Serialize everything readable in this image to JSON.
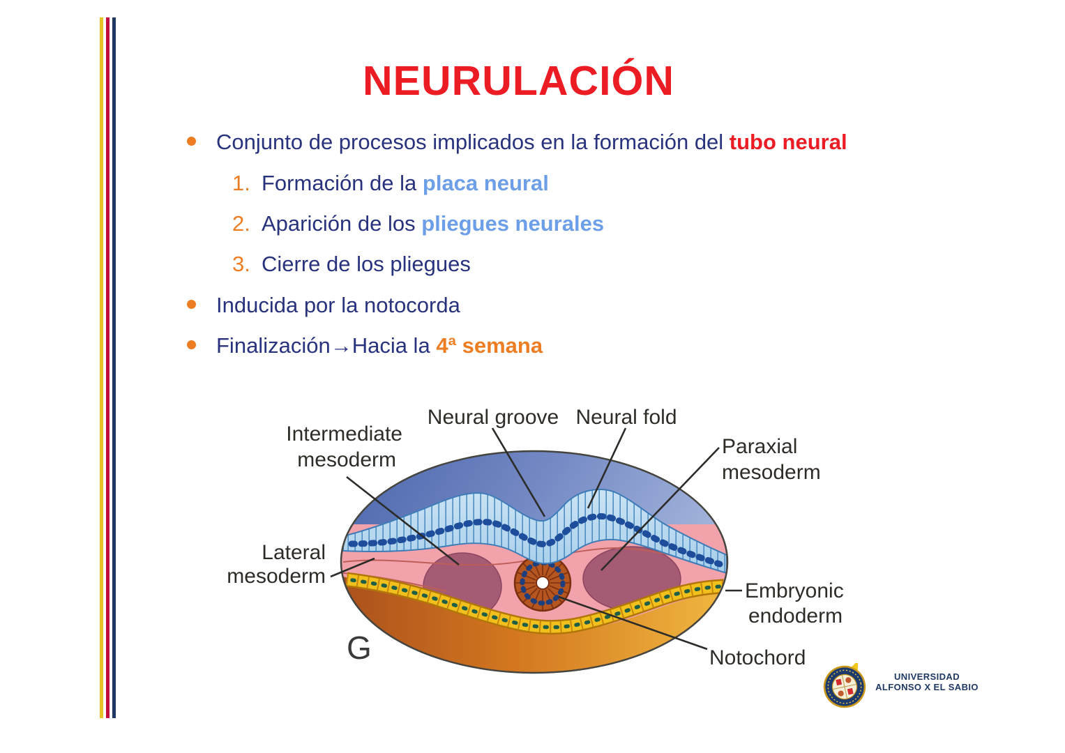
{
  "slide": {
    "title": "NEURULACIÓN"
  },
  "bullets": {
    "item1": {
      "pre": "Conjunto de procesos implicados en la formación del ",
      "em": "tubo neural"
    },
    "sub1": {
      "num": "1.",
      "pre": "Formación de la ",
      "em": "placa neural"
    },
    "sub2": {
      "num": "2.",
      "pre": "Aparición de los ",
      "em": "pliegues neurales"
    },
    "sub3": {
      "num": "3.",
      "pre": "Cierre de los pliegues"
    },
    "item2": {
      "pre": "Inducida por la notocorda"
    },
    "item3": {
      "pre": "Finalización→Hacia la ",
      "em": "4ª semana"
    }
  },
  "diagram": {
    "labels": {
      "neural_groove": "Neural groove",
      "neural_fold": "Neural fold",
      "intermediate_1": "Intermediate",
      "intermediate_2": "mesoderm",
      "paraxial_1": "Paraxial",
      "paraxial_2": "mesoderm",
      "lateral_1": "Lateral",
      "lateral_2": "mesoderm",
      "embryonic_1": "Embryonic",
      "embryonic_2": "endoderm",
      "notochord": "Notochord"
    },
    "figure_letter": "G"
  },
  "footer": {
    "university_line1": "UNIVERSIDAD",
    "university_line2": "ALFONSO X EL SABIO"
  },
  "colors": {
    "title_red": "#EC1C24",
    "text_navy": "#28327D",
    "accent_orange": "#ED7D22",
    "highlight_blue": "#6D9EE8",
    "stripe_yellow": "#E9C227",
    "stripe_crimson": "#C30C3E",
    "stripe_navy": "#203864",
    "logo_navy": "#1F3864"
  }
}
